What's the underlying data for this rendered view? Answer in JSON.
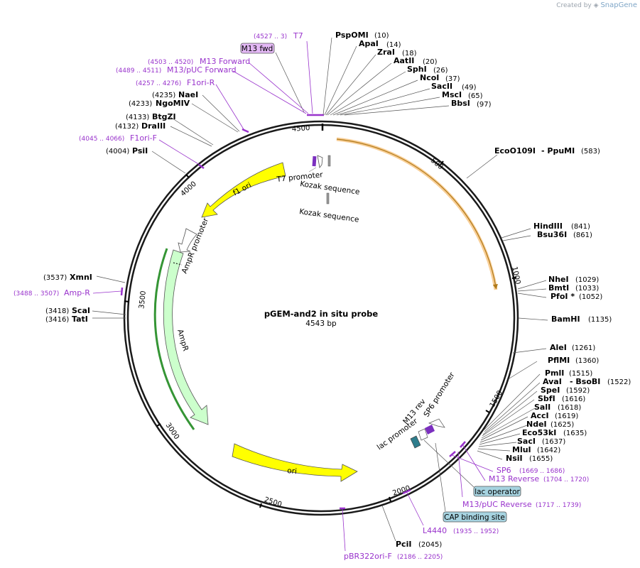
{
  "credit": {
    "prefix": "Created by",
    "brand": "SnapGene"
  },
  "title": "pGEM-and2 in situ probe",
  "length_label": "4543 bp",
  "ticks": [
    "500",
    "1000",
    "1500",
    "2000",
    "2500",
    "3000",
    "3500",
    "4000",
    "4500"
  ],
  "enzymes": [
    {
      "name": "PspOMI",
      "pos": "(10)"
    },
    {
      "name": "ApaI",
      "pos": "(14)"
    },
    {
      "name": "ZraI",
      "pos": "(18)"
    },
    {
      "name": "AatII",
      "pos": "(20)"
    },
    {
      "name": "SphI",
      "pos": "(26)"
    },
    {
      "name": "NcoI",
      "pos": "(37)"
    },
    {
      "name": "SacII",
      "pos": "(49)"
    },
    {
      "name": "MscI",
      "pos": "(65)"
    },
    {
      "name": "BbsI",
      "pos": "(97)"
    },
    {
      "name": "EcoO109I",
      "name2": "- PpuMI",
      "pos": "(583)"
    },
    {
      "name": "HindIII",
      "pos": "(841)"
    },
    {
      "name": "Bsu36I",
      "pos": "(861)"
    },
    {
      "name": "NheI",
      "pos": "(1029)"
    },
    {
      "name": "BmtI",
      "pos": "(1033)"
    },
    {
      "name": "PfoI *",
      "pos": "(1052)"
    },
    {
      "name": "BamHI",
      "pos": "(1135)"
    },
    {
      "name": "AleI",
      "pos": "(1261)"
    },
    {
      "name": "PflMI",
      "pos": "(1360)"
    },
    {
      "name": "PmlI",
      "pos": "(1515)"
    },
    {
      "name": "AvaI",
      "name2": "- BsoBI",
      "pos": "(1522)"
    },
    {
      "name": "SpeI",
      "pos": "(1592)"
    },
    {
      "name": "SbfI",
      "pos": "(1616)"
    },
    {
      "name": "SalI",
      "pos": "(1618)"
    },
    {
      "name": "AccI",
      "pos": "(1619)"
    },
    {
      "name": "NdeI",
      "pos": "(1625)"
    },
    {
      "name": "Eco53kI",
      "pos": "(1635)"
    },
    {
      "name": "SacI",
      "pos": "(1637)"
    },
    {
      "name": "MluI",
      "pos": "(1642)"
    },
    {
      "name": "NsiI",
      "pos": "(1655)"
    },
    {
      "name": "PciI",
      "pos": "(2045)"
    },
    {
      "name": "TatI",
      "pos": "(3416)"
    },
    {
      "name": "ScaI",
      "pos": "(3418)"
    },
    {
      "name": "XmnI",
      "pos": "(3537)"
    },
    {
      "name": "PsiI",
      "pos": "(4004)"
    },
    {
      "name": "DraIII",
      "pos": "(4132)"
    },
    {
      "name": "BtgZI",
      "pos": "(4133)"
    },
    {
      "name": "NgoMIV",
      "pos": "(4233)"
    },
    {
      "name": "NaeI",
      "pos": "(4235)"
    }
  ],
  "primers": [
    {
      "name": "T7",
      "range": "(4527 .. 3)"
    },
    {
      "name": "M13 Forward",
      "range": "(4503 .. 4520)"
    },
    {
      "name": "M13/pUC Forward",
      "range": "(4489 .. 4511)"
    },
    {
      "name": "F1ori-R",
      "range": "(4257 .. 4276)"
    },
    {
      "name": "F1ori-F",
      "range": "(4045 .. 4066)"
    },
    {
      "name": "Amp-R",
      "range": "(3488 .. 3507)"
    },
    {
      "name": "SP6",
      "range": "(1669 .. 1686)"
    },
    {
      "name": "M13 Reverse",
      "range": "(1704 .. 1720)"
    },
    {
      "name": "M13/pUC Reverse",
      "range": "(1717 .. 1739)"
    },
    {
      "name": "L4440",
      "range": "(1935 .. 1952)"
    },
    {
      "name": "pBR322ori-F",
      "range": "(2186 .. 2205)"
    }
  ],
  "boxed_labels": {
    "m13_fwd": "M13 fwd",
    "lac_operator": "lac operator",
    "cap_binding_site": "CAP binding site"
  },
  "features": {
    "f1_ori": "f1 ori",
    "ampr": "AmpR",
    "ampr_promoter": "AmpR promoter",
    "ori": "ori",
    "t7_promoter": "T7 promoter",
    "kozak1": "Kozak sequence",
    "kozak2": "Kozak sequence",
    "m13_rev": "M13 rev",
    "sp6_promoter": "SP6 promoter",
    "lac_promoter": "lac promoter"
  },
  "colors": {
    "primer": "#9933cc",
    "boxed_primer_fill": "#e3b8f5",
    "lac_box_fill": "#a6d3e0",
    "yellow_feature": "#ffff00",
    "ampr_fill": "#ccffcc",
    "orange_insert": "#f2a640"
  }
}
